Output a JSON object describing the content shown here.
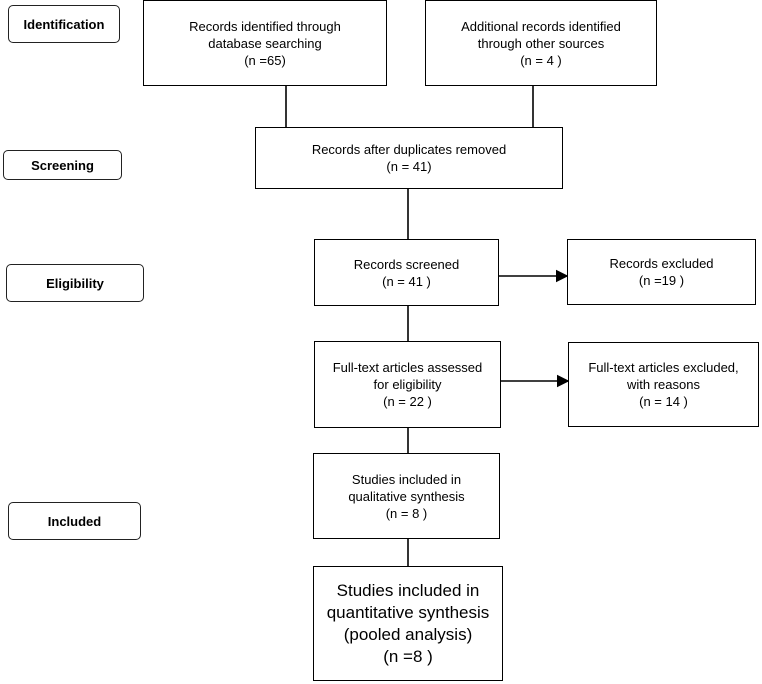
{
  "stages": {
    "identification": "Identification",
    "screening": "Screening",
    "eligibility": "Eligibility",
    "included": "Included"
  },
  "boxes": {
    "db_search": {
      "line1": "Records identified through",
      "line2": "database searching",
      "line3": "(n =65)"
    },
    "other_sources": {
      "line1": "Additional records identified",
      "line2": "through other sources",
      "line3": "(n = 4 )"
    },
    "after_duplicates": {
      "line1": "Records after duplicates removed",
      "line2": "(n = 41)"
    },
    "screened": {
      "line1": "Records screened",
      "line2": "(n = 41 )"
    },
    "excluded": {
      "line1": "Records excluded",
      "line2": "(n =19  )"
    },
    "fulltext_assessed": {
      "line1": "Full-text articles assessed",
      "line2": "for eligibility",
      "line3": "(n = 22 )"
    },
    "fulltext_excluded": {
      "line1": "Full-text articles excluded,",
      "line2": "with reasons",
      "line3": "(n = 14  )"
    },
    "qualitative": {
      "line1": "Studies included in",
      "line2": "qualitative synthesis",
      "line3": "(n = 8 )"
    },
    "quantitative": {
      "line1": "Studies included in",
      "line2": "quantitative synthesis",
      "line3": "(pooled analysis)",
      "line4": "(n =8    )"
    }
  }
}
